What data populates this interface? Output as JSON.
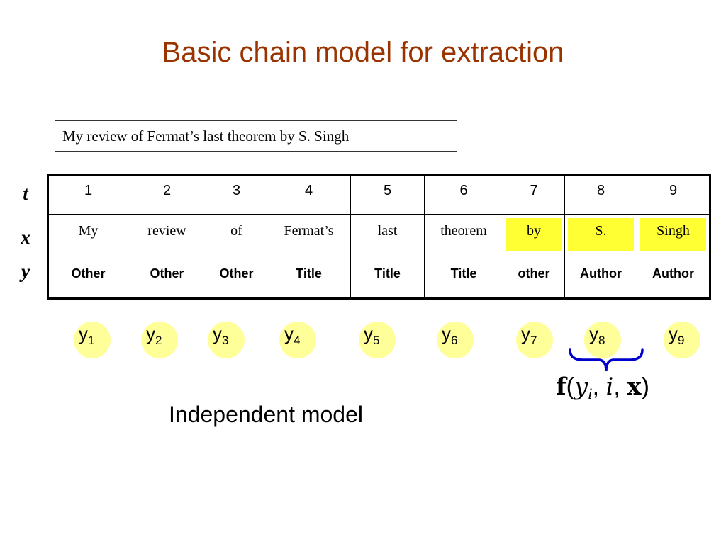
{
  "title": "Basic chain model for extraction",
  "sentence": "My review of Fermat’s last theorem by S. Singh",
  "row_labels": {
    "t": "t",
    "x": "x",
    "y": "y"
  },
  "table": {
    "t": [
      "1",
      "2",
      "3",
      "4",
      "5",
      "6",
      "7",
      "8",
      "9"
    ],
    "x": [
      "My",
      "review",
      "of",
      "Fermat’s",
      "last",
      "theorem",
      "by",
      "S.",
      "Singh"
    ],
    "y": [
      "Other",
      "Other",
      "Other",
      "Title",
      "Title",
      "Title",
      "other",
      "Author",
      "Author"
    ]
  },
  "nodes": {
    "base": "y",
    "subs": [
      "1",
      "2",
      "3",
      "4",
      "5",
      "6",
      "7",
      "8",
      "9"
    ]
  },
  "formula": {
    "f": "f",
    "open": "(",
    "yi": "y",
    "yi_sub": "i",
    "sep1": ", ",
    "i": "i",
    "sep2": ", ",
    "x": "x",
    "close": ")"
  },
  "caption": "Independent model",
  "colors": {
    "title": "#993300",
    "highlight": "#ffff33",
    "node_fill": "#ffff99",
    "brace": "#0000cc"
  }
}
